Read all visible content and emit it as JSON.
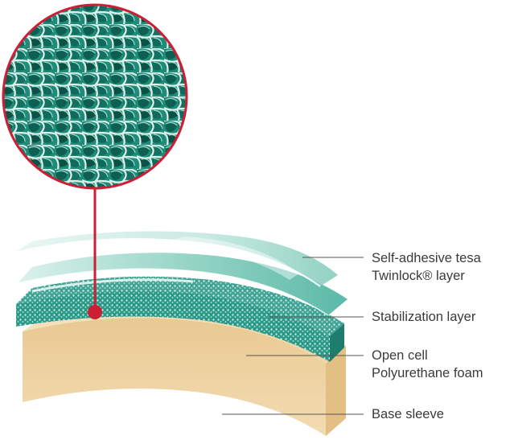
{
  "labels": {
    "adhesive_line1": "Self-adhesive tesa",
    "adhesive_line2": "Twinlock® layer",
    "stabilization": "Stabilization layer",
    "foam_line1": "Open cell",
    "foam_line2": "Polyurethane foam",
    "base": "Base sleeve"
  },
  "colors": {
    "marker_red": "#cc1f36",
    "foam_teal": "#2d9b8a",
    "adhesive_mint": "#bfe6dc",
    "stabilization_teal": "#8fd2c2",
    "base_sand": "#f1d9ad",
    "leader_line": "#555555"
  }
}
